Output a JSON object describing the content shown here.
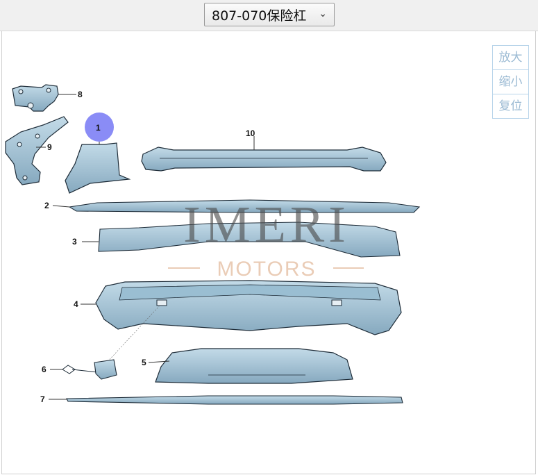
{
  "selector": {
    "value": "807-070保险杠",
    "arrow_icon": "chevron-down-icon"
  },
  "zoom": {
    "zoom_in": "放大",
    "zoom_out": "缩小",
    "reset": "复位"
  },
  "watermark": {
    "main": "IMERI",
    "sub": "MOTORS"
  },
  "callouts": [
    {
      "id": "1",
      "label": "1",
      "highlighted": true
    },
    {
      "id": "2",
      "label": "2"
    },
    {
      "id": "3",
      "label": "3"
    },
    {
      "id": "4",
      "label": "4"
    },
    {
      "id": "5",
      "label": "5"
    },
    {
      "id": "6",
      "label": "6"
    },
    {
      "id": "7",
      "label": "7"
    },
    {
      "id": "8",
      "label": "8"
    },
    {
      "id": "9",
      "label": "9"
    },
    {
      "id": "10",
      "label": "10"
    }
  ],
  "colors": {
    "part_fill": "#a9c7d9",
    "part_stroke": "#1e2c38",
    "highlight": "#8a8cf6"
  }
}
